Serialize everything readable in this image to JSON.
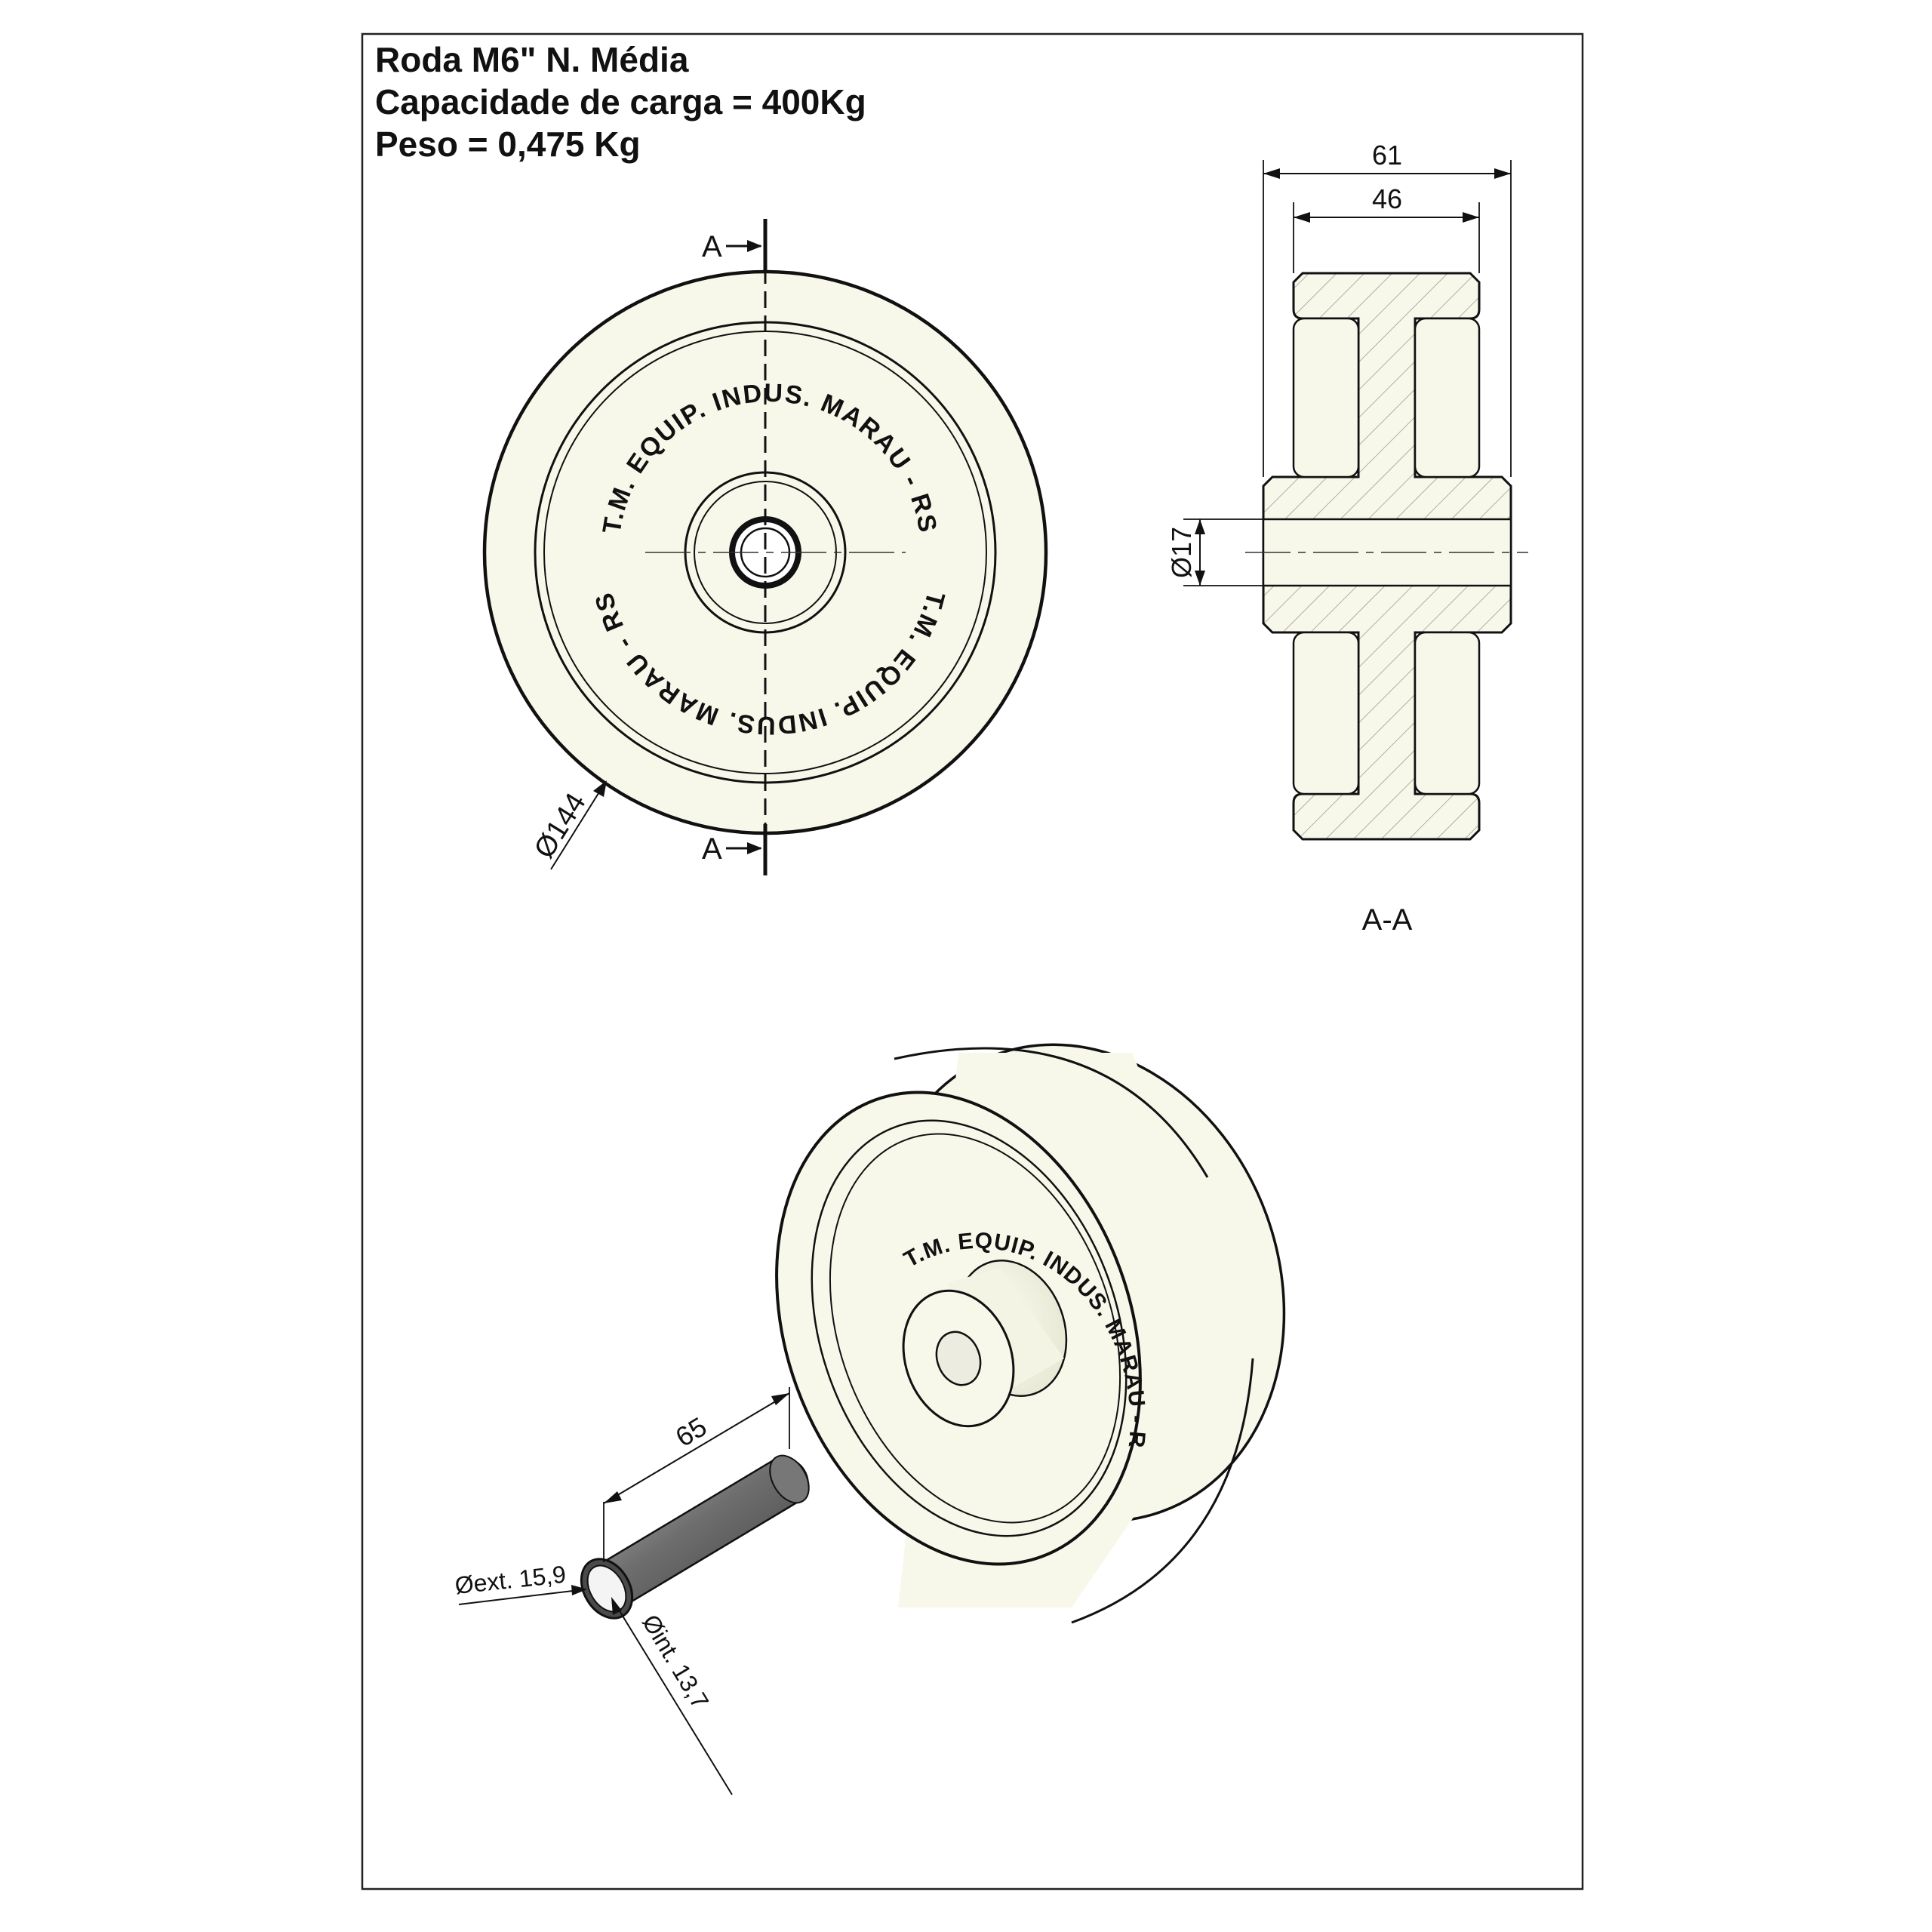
{
  "title": {
    "line1": "Roda M6\" N. Média",
    "line2": "Capacidade de carga = 400Kg",
    "line3": "Peso = 0,475 Kg"
  },
  "front_view": {
    "section_marker": "A",
    "diameter_label": "Ø144",
    "emboss_text_top": "T.M. EQUIP. INDUS. MARAU - RS",
    "emboss_text_bottom": "T.M. EQUIP. INDUS. MARAU - RS"
  },
  "section_view": {
    "width_overall": "61",
    "width_inner": "46",
    "bore_diameter": "Ø17",
    "caption": "A-A"
  },
  "iso_view": {
    "emboss_text": "T.M. EQUIP. INDUS. MARAU - RS"
  },
  "axle": {
    "length": "65",
    "outer_diameter": "Øext. 15,9",
    "inner_diameter": "Øint. 13,7"
  },
  "colors": {
    "wheel_fill": "#f8f8ea",
    "line": "#111111",
    "hatch": "#9a9a9a",
    "axle_dark": "#5b5b5b",
    "axle_light": "#b8b8b8"
  }
}
